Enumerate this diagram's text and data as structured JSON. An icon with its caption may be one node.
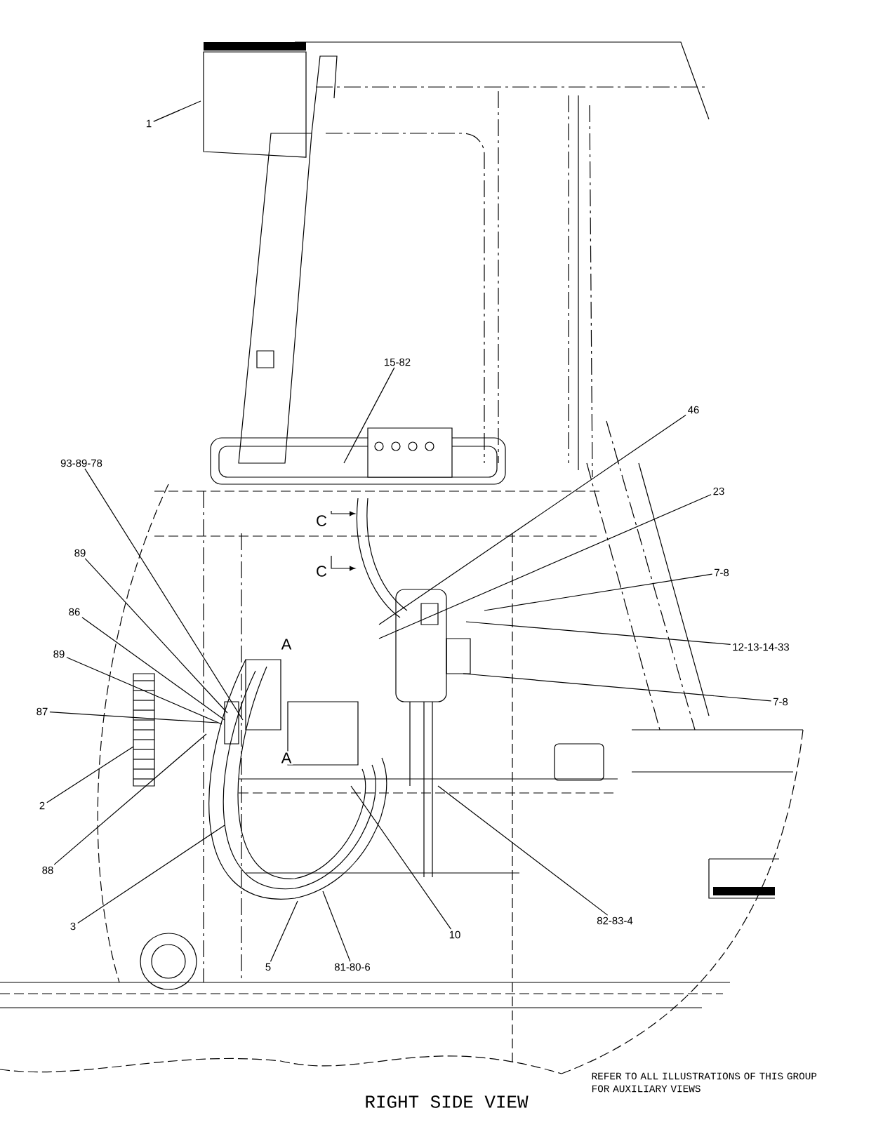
{
  "diagram": {
    "caption": "RIGHT SIDE VIEW",
    "nodes": [
      {
        "text": [
          "1"
        ]
      },
      {
        "text": [
          "15-82"
        ]
      },
      {
        "text": [
          "46"
        ]
      },
      {
        "text": [
          "93-89-78"
        ]
      },
      {
        "text": [
          "23"
        ]
      },
      {
        "text": [
          "89"
        ]
      },
      {
        "text": [
          "7-8"
        ]
      },
      {
        "text": [
          "86"
        ]
      },
      {
        "text": [
          "12-13-14-33"
        ]
      },
      {
        "text": [
          "89"
        ]
      },
      {
        "text": [
          "7-8"
        ]
      },
      {
        "text": [
          "87"
        ]
      },
      {
        "text": [
          "2"
        ]
      },
      {
        "text": [
          "88"
        ]
      },
      {
        "text": [
          "82-83-4"
        ]
      },
      {
        "text": [
          "3"
        ]
      },
      {
        "text": [
          "10"
        ]
      },
      {
        "text": [
          "5"
        ]
      },
      {
        "text": [
          "81-80-6"
        ]
      }
    ],
    "edges": [
      {
        "from": 0,
        "to": null,
        "arrow": "none"
      },
      {
        "from": 1,
        "to": null,
        "arrow": "none"
      },
      {
        "from": 2,
        "to": null,
        "arrow": "none"
      },
      {
        "from": 3,
        "to": null,
        "arrow": "none"
      },
      {
        "from": 4,
        "to": null,
        "arrow": "none"
      },
      {
        "from": 5,
        "to": null,
        "arrow": "none"
      },
      {
        "from": 6,
        "to": null,
        "arrow": "none"
      },
      {
        "from": 7,
        "to": null,
        "arrow": "none"
      },
      {
        "from": 8,
        "to": null,
        "arrow": "none"
      },
      {
        "from": 9,
        "to": null,
        "arrow": "none"
      },
      {
        "from": 10,
        "to": null,
        "arrow": "none"
      },
      {
        "from": 11,
        "to": null,
        "arrow": "none"
      },
      {
        "from": 12,
        "to": null,
        "arrow": "none"
      },
      {
        "from": 13,
        "to": null,
        "arrow": "none"
      },
      {
        "from": 14,
        "to": null,
        "arrow": "none"
      },
      {
        "from": 15,
        "to": null,
        "arrow": "none"
      },
      {
        "from": 16,
        "to": null,
        "arrow": "none"
      },
      {
        "from": 17,
        "to": null,
        "arrow": "none"
      },
      {
        "from": 18,
        "to": null,
        "arrow": "none"
      }
    ],
    "labels": [
      "C",
      "C",
      "A",
      "A",
      "REFER TO ALL ILLUSTRATIONS OF THIS GROUP FOR AUXILIARY VIEWS"
    ]
  }
}
